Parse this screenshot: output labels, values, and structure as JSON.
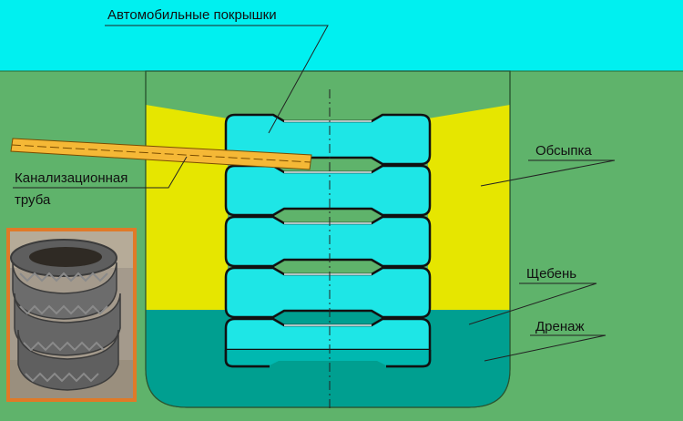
{
  "labels": {
    "tires": "Автомобильные покрышки",
    "pipe_line1": "Канализационная",
    "pipe_line2": "труба",
    "backfill": "Обсыпка",
    "gravel": "Щебень",
    "drainage": "Дренаж"
  },
  "colors": {
    "sky": "#00f0f0",
    "ground": "#5fb36b",
    "backfill": "#e6e600",
    "drainage": "#009f90",
    "tire_fill": "#1ee6e6",
    "tire_stroke": "#111111",
    "pipe": "#f5b836",
    "photo_frame": "#e07a28"
  },
  "icons": {
    "photo": "stacked-tires-photo"
  }
}
